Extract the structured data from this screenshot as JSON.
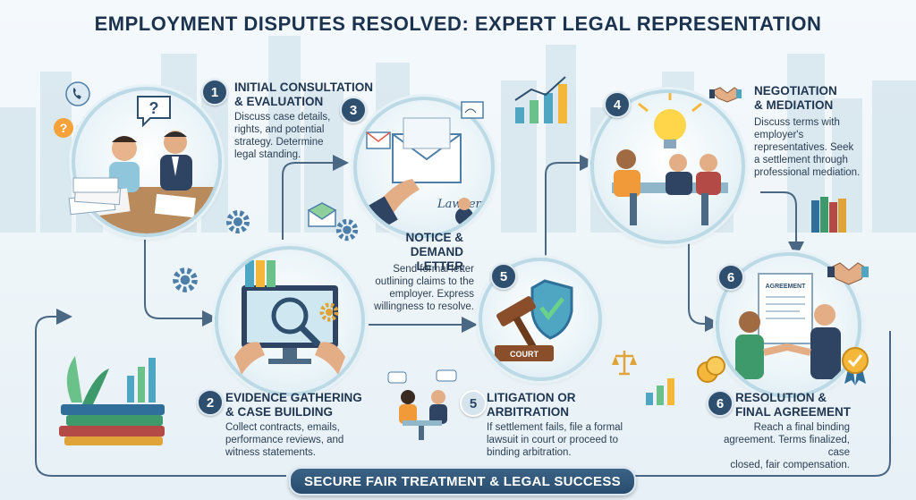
{
  "title": "EMPLOYMENT DISPUTES RESOLVED: EXPERT LEGAL REPRESENTATION",
  "steps": [
    {
      "num": "1",
      "heading": "INITIAL CONSULTATION\n& EVALUATION",
      "desc": "Discuss case details,\nrights, and potential\nstrategy. Determine\nlegal standing."
    },
    {
      "num": "2",
      "heading": "EVIDENCE GATHERING\n& CASE BUILDING",
      "desc": "Collect contracts, emails,\nperformance reviews, and\nwitness statements."
    },
    {
      "num": "3",
      "heading": "NOTICE &\nDEMAND LETTER",
      "desc": "Send formal letter\noutlining claims to the\nemployer. Express\nwillingness to resolve."
    },
    {
      "num": "4",
      "heading": "NEGOTIATION\n& MEDIATION",
      "desc": "Discuss terms with\nemployer's\nrepresentatives. Seek\na settlement through\nprofessional mediation."
    },
    {
      "num": "5",
      "heading": "LITIGATION OR\nARBITRATION",
      "desc": "If settlement fails, file a formal\nlawsuit in court or proceed to\nbinding arbitration."
    },
    {
      "num": "6",
      "heading": "RESOLUTION &\nFINAL AGREEMENT",
      "desc": "Reach a final binding\nagreement. Terms finalized, case\nclosed, fair compensation."
    }
  ],
  "circle_labels": {
    "lawyer_signature": "Lawyer",
    "court_sign": "COURT",
    "agreement_doc": "AGREEMENT"
  },
  "banner": "SECURE FAIR TREATMENT & LEGAL SUCCESS",
  "colors": {
    "navy": "#1f3550",
    "accent_teal": "#4ea6c2",
    "gear_blue": "#4d7fa8",
    "gold": "#f4b73a"
  }
}
